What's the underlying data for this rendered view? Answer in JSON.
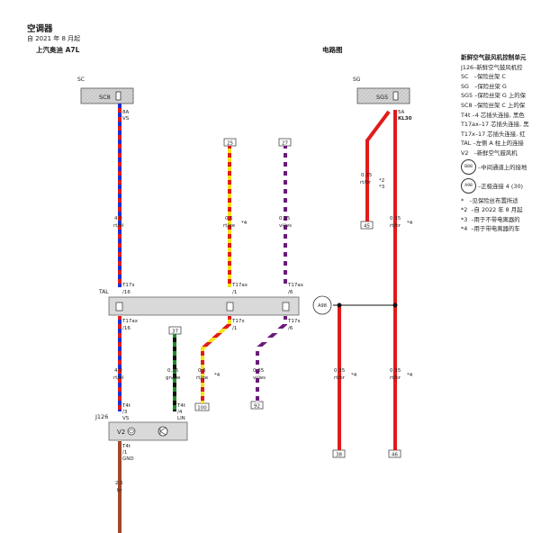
{
  "header": {
    "title": "空调器",
    "subtitle": "自 2021 年 8 月起",
    "model": "上汽奥迪 A7L",
    "center_title": "电路图"
  },
  "legend": {
    "title": "新鲜空气鼓风机控制单元",
    "items": [
      {
        "code": "J126",
        "text": "–新鲜空气鼓风机控"
      },
      {
        "code": "SC",
        "text": "–保险丝架 C"
      },
      {
        "code": "SG",
        "text": "–保险丝架 G"
      },
      {
        "code": "SG5",
        "text": "–保险丝架 G 上的保"
      },
      {
        "code": "SC8",
        "text": "–保险丝架 C 上的保"
      },
      {
        "code": "T4t",
        "text": "–4 芯插头连接, 黑色"
      },
      {
        "code": "T17ax",
        "text": "–17 芯插头连接, 黑"
      },
      {
        "code": "T17x",
        "text": "–17 芯插头连接, 红"
      },
      {
        "code": "TAL",
        "text": "–左侧 A 柱上的连接"
      },
      {
        "code": "V2",
        "text": "–新鲜空气鼓风机"
      }
    ],
    "symbols": [
      {
        "label": "B88",
        "text": "–中间通道上的接地"
      },
      {
        "label": "A98",
        "text": "–正极连接 4 (30)"
      }
    ],
    "notes": [
      {
        "code": "*",
        "text": "–见保险丝布置所适"
      },
      {
        "code": "*2",
        "text": "–自 2022 年 8 月起"
      },
      {
        "code": "*3",
        "text": "–用于不带电离器的"
      },
      {
        "code": "*4",
        "text": "–用于带电离器的车"
      }
    ]
  },
  "diagram": {
    "fuse_boxes": [
      {
        "id": "SC",
        "inner": "SC8",
        "pin_top": "8A",
        "pin_bottom": "VS"
      },
      {
        "id": "SG",
        "inner": "SG5",
        "pin_top": "5A",
        "pin_bottom": "KL30"
      }
    ],
    "refs": {
      "r25": "25",
      "r27": "27",
      "r45": "45",
      "r37": "37",
      "r100": "100",
      "r92": "92",
      "r38": "38",
      "r46": "46"
    },
    "wires": {
      "w1_upper": {
        "size": "4.0",
        "color": "rt/bl"
      },
      "w1_lower": {
        "size": "4.0",
        "color": "rt/bl"
      },
      "w2_upper": {
        "size": "0.5",
        "color": "rt/ge",
        "note": "*4"
      },
      "w2_lower": {
        "size": "0.5",
        "color": "rt/ge",
        "note": "*4"
      },
      "w3_upper": {
        "size": "0.35",
        "color": "vi/ws"
      },
      "w3_lower": {
        "size": "0.35",
        "color": "vi/ws"
      },
      "w_gnsw": {
        "size": "0.35",
        "color": "gn/sw"
      },
      "w_gnd": {
        "size": "2.5",
        "color": "br"
      },
      "w4_a": {
        "size": "0.35",
        "color": "rt/br",
        "note1": "*2",
        "note2": "*3"
      },
      "w4_b": {
        "size": "0.35",
        "color": "rt/br",
        "note": "*4"
      },
      "w5_a": {
        "size": "0.35",
        "color": "rt/br",
        "note": "*4"
      },
      "w5_b": {
        "size": "0.35",
        "color": "rt/br",
        "note": "*4"
      }
    },
    "connectors": {
      "t1_top": "T17x",
      "t1_top_pin": "/16",
      "t2_top": "T17ax",
      "t2_top_pin": "/1",
      "t3_top": "T17ax",
      "t3_top_pin": "/6",
      "t1_bot": "T17ax",
      "t1_bot_pin": "/16",
      "t2_bot": "T17x",
      "t2_bot_pin": "/1",
      "t3_bot": "T17x",
      "t3_bot_pin": "/6",
      "v_vs": "T4t",
      "v_vs_pin": "/3",
      "v_vs_sig": "VS",
      "v_lin": "T4t",
      "v_lin_pin": "/4",
      "v_lin_sig": "LIN",
      "v_gnd": "T4t",
      "v_gnd_pin": "/1",
      "v_gnd_sig": "GND"
    },
    "tal_label": "TAL",
    "a98_label": "A98",
    "j126_label": "J126",
    "v2_label": "V2"
  },
  "colors": {
    "red": "#e01b1b",
    "blue": "#1c2fd0",
    "yellow": "#f3e21a",
    "violet": "#6a1b7a",
    "white": "#ffffff",
    "green": "#1f8a2a",
    "black": "#111111",
    "brown": "#a0492a",
    "gray": "#cfcfcf"
  }
}
